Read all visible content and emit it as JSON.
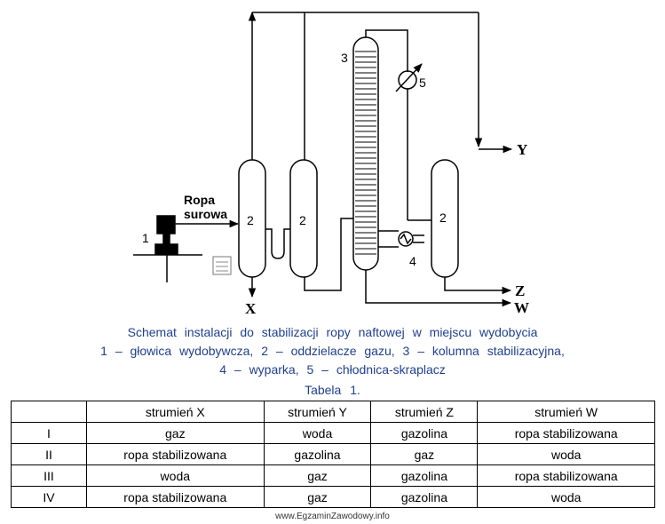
{
  "diagram": {
    "labels": {
      "ropa_line1": "Ropa",
      "ropa_line2": "surowa",
      "n1": "1",
      "n2a": "2",
      "n2b": "2",
      "n2c": "2",
      "n3": "3",
      "n4": "4",
      "n5": "5",
      "x": "X",
      "y": "Y",
      "z": "Z",
      "w": "W"
    }
  },
  "caption": {
    "line1": "Schemat instalacji do stabilizacji ropy naftowej w miejscu wydobycia",
    "line2": "1 – głowica wydobywcza, 2 – oddzielacze gazu, 3 – kolumna stabilizacyjna,",
    "line3": "4 – wyparka, 5 – chłodnica-skraplacz"
  },
  "table": {
    "title": "Tabela 1.",
    "headers": [
      "",
      "strumień X",
      "strumień Y",
      "strumień Z",
      "strumień W"
    ],
    "rows": [
      [
        "I",
        "gaz",
        "woda",
        "gazolina",
        "ropa stabilizowana"
      ],
      [
        "II",
        "ropa stabilizowana",
        "gazolina",
        "gaz",
        "woda"
      ],
      [
        "III",
        "woda",
        "gaz",
        "gazolina",
        "ropa stabilizowana"
      ],
      [
        "IV",
        "ropa stabilizowana",
        "gaz",
        "gazolina",
        "woda"
      ]
    ]
  },
  "footer": {
    "watermark": "www.EgzaminZawodowy.info"
  }
}
